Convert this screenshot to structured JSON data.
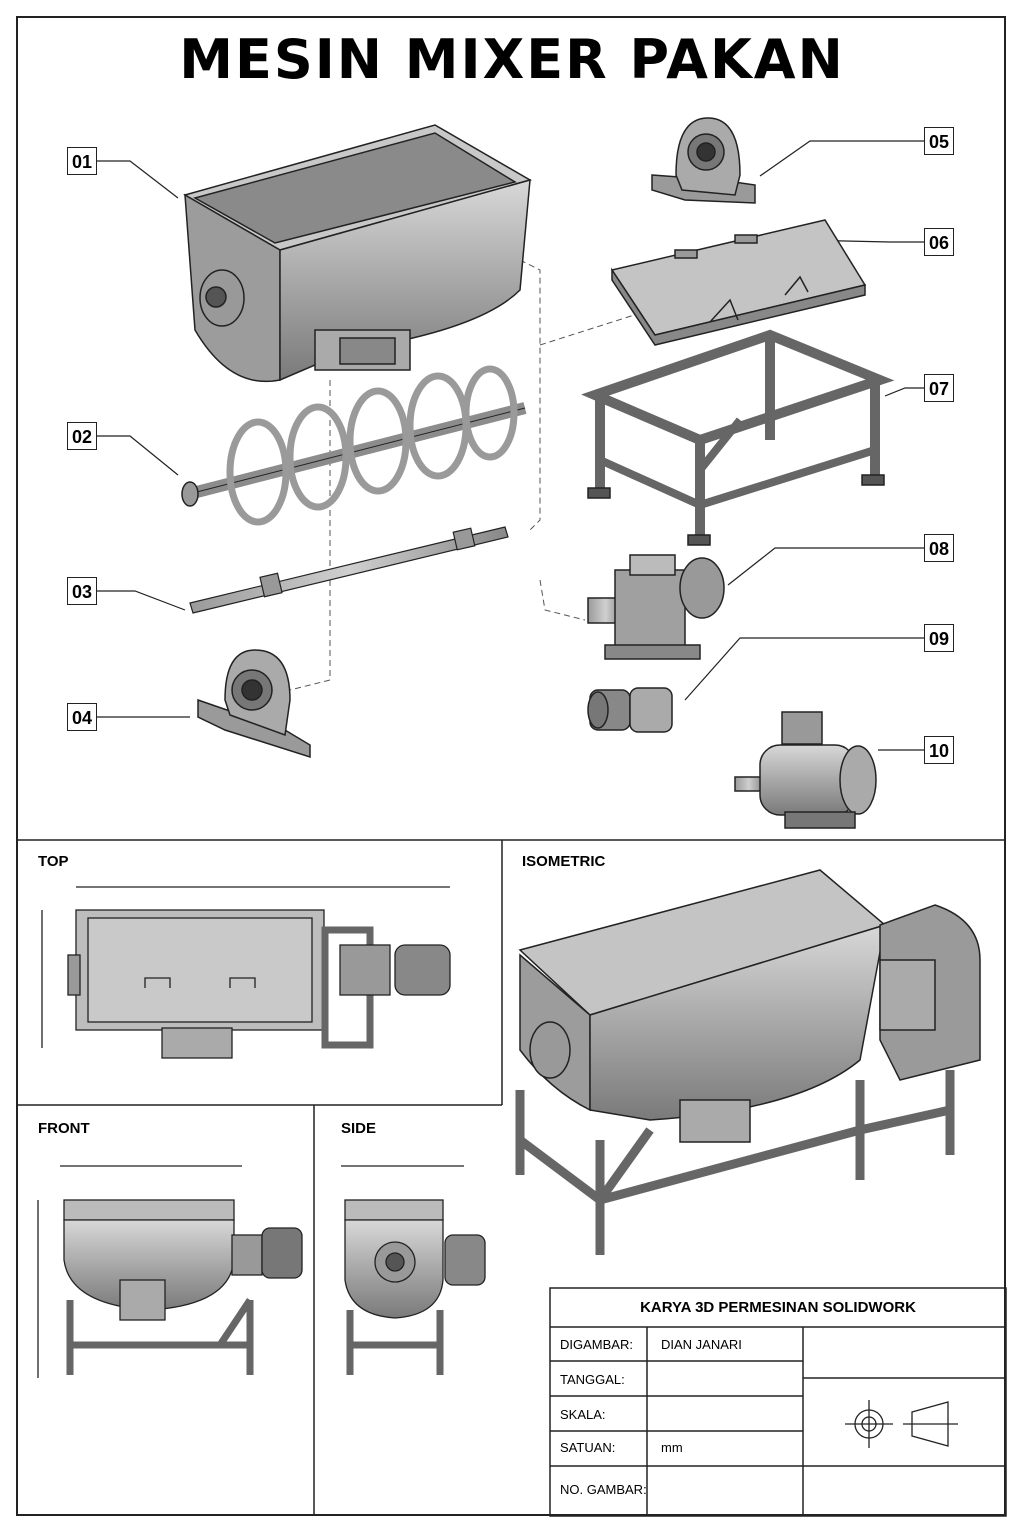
{
  "title": "MESIN MIXER PAKAN",
  "callouts": [
    "01",
    "02",
    "03",
    "04",
    "05",
    "06",
    "07",
    "08",
    "09",
    "10"
  ],
  "views": {
    "top": "TOP",
    "isometric": "ISOMETRIC",
    "front": "FRONT",
    "side": "SIDE"
  },
  "title_block": {
    "heading": "KARYA 3D PERMESINAN SOLIDWORK",
    "rows": [
      {
        "label": "DIGAMBAR:",
        "value": "DIAN JANARI"
      },
      {
        "label": "TANGGAL:",
        "value": ""
      },
      {
        "label": "SKALA:",
        "value": ""
      },
      {
        "label": "SATUAN:",
        "value": "mm"
      },
      {
        "label": "NO. GAMBAR:",
        "value": ""
      }
    ]
  },
  "colors": {
    "line": "#222222",
    "metal": "#a9a9a9",
    "metal_dark": "#6b6b6b",
    "metal_light": "#d4d4d4"
  }
}
